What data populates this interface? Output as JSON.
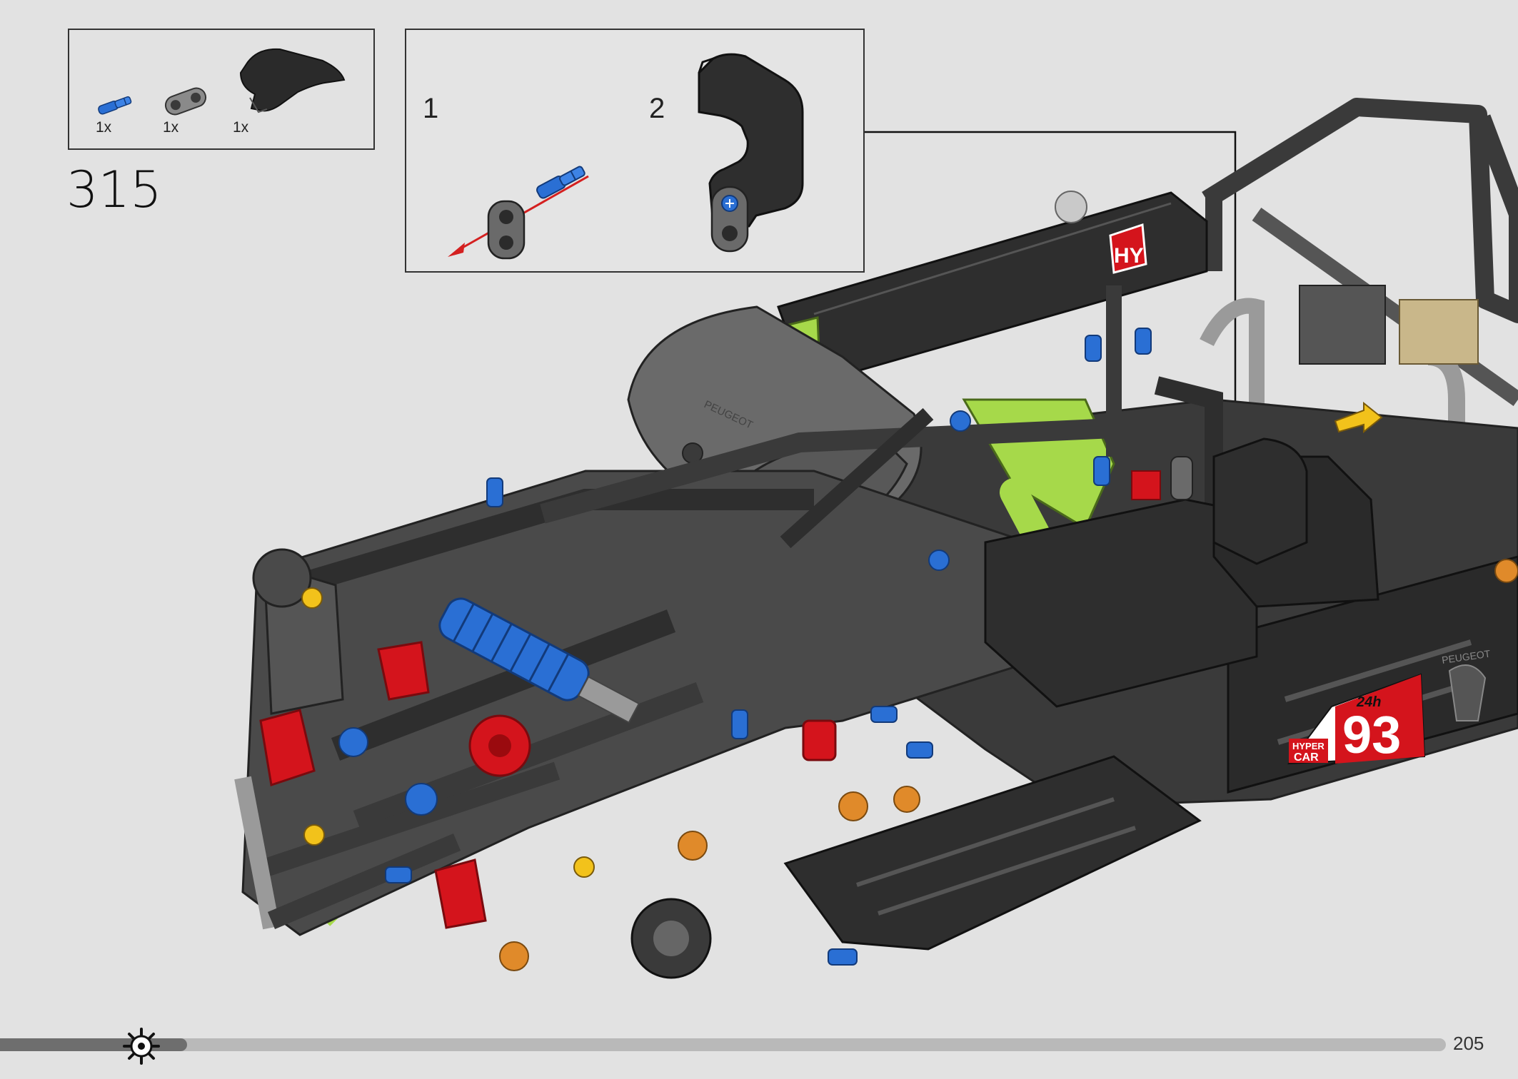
{
  "parts_list": {
    "items": [
      {
        "icon": "blue-axle-pin-icon",
        "quantity": "1x"
      },
      {
        "icon": "gray-connector-icon",
        "quantity": "1x"
      },
      {
        "icon": "black-curved-panel-icon",
        "quantity": "1x"
      }
    ]
  },
  "step": {
    "number": "315"
  },
  "sub_steps": [
    {
      "number": "1"
    },
    {
      "number": "2"
    }
  ],
  "model": {
    "hy_badge": "HY",
    "race_number": "93",
    "hypercar_label_line1": "HYPER",
    "hypercar_label_line2": "CAR",
    "le_mans_logo": "24h",
    "peugeot_text": "PEUGEOT"
  },
  "page": {
    "number": "205",
    "progress": 0.09
  },
  "colors": {
    "background": "#e2e2e2",
    "dark_bricks": "#2e2e2e",
    "lime_green": "#a6d94a",
    "blue_pin": "#2a6fd4",
    "red_accent": "#d4141c",
    "arrow_red": "#d42020",
    "arrow_yellow": "#f2c21b"
  }
}
